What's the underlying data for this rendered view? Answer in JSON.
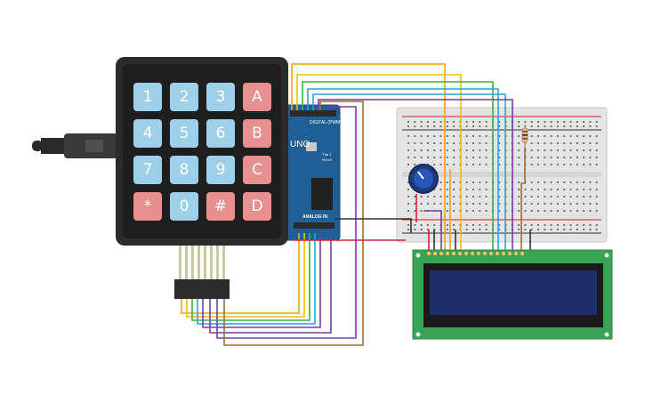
{
  "keypad": {
    "keys": [
      [
        "1",
        "2",
        "3",
        "A"
      ],
      [
        "4",
        "5",
        "6",
        "B"
      ],
      [
        "7",
        "8",
        "9",
        "C"
      ],
      [
        "*",
        "0",
        "#",
        "D"
      ]
    ],
    "numeric_color": "#9fd0ea",
    "letter_color": "#e88f8f",
    "body_color": "#2b2b2b"
  },
  "arduino": {
    "model_label": "UNO",
    "digital_label": "DIGITAL (PWM ~)",
    "analog_label": "ANALOG IN",
    "tx_label": "TX▸ 1",
    "rx_label": "RX◂ 0",
    "body_color": "#1f5f95"
  },
  "lcd": {
    "board_color": "#3aa455",
    "screen_color": "#1f2f6e"
  },
  "breadboard": {
    "body_color": "#e6e6e6"
  },
  "wire_colors": [
    "#f0a020",
    "#f0c000",
    "#3ab040",
    "#2aa4d8",
    "#7a3aa8",
    "#9c6b3c",
    "#303030",
    "#c8283c"
  ]
}
